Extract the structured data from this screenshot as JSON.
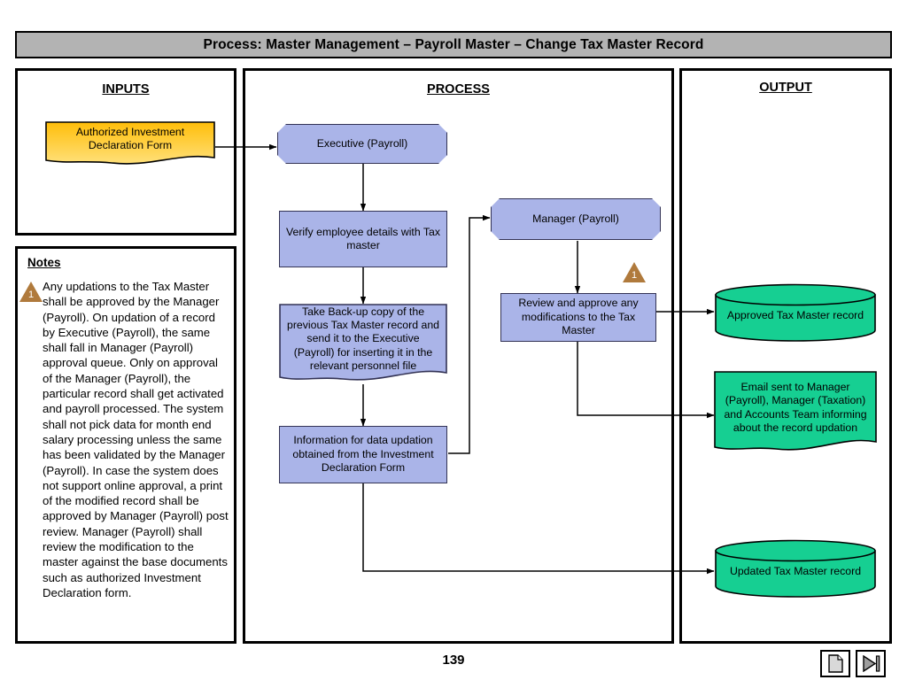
{
  "header": {
    "title": "Process: Master Management – Payroll Master – Change Tax Master Record"
  },
  "columns": {
    "inputs_heading": "INPUTS",
    "process_heading": "PROCESS",
    "output_heading": "OUTPUT"
  },
  "notes": {
    "heading": "Notes",
    "marker_number": "1",
    "text": "Any updations to the Tax Master shall be approved by the Manager (Payroll). On updation of a record by Executive (Payroll), the same shall fall in Manager (Payroll) approval queue. Only on approval of the Manager (Payroll), the particular record shall get activated and payroll processed. The system shall not pick data for month end salary processing unless the same has been validated by the Manager (Payroll). In case the system does not support online approval, a print of the modified record shall be approved by Manager (Payroll) post review. Manager (Payroll) shall review the modification to the master against the base documents such as authorized Investment Declaration form."
  },
  "inputs": {
    "document_1": "Authorized Investment Declaration Form"
  },
  "process": {
    "executive_actor": "Executive (Payroll)",
    "manager_actor": "Manager (Payroll)",
    "step_verify": "Verify employee details with Tax master",
    "step_backup": "Take Back-up copy of the previous Tax Master record and send it to the Executive (Payroll) for inserting it in the relevant personnel file",
    "step_information": "Information for data updation obtained from the Investment Declaration Form",
    "step_review": "Review and approve any modifications to the Tax Master",
    "review_marker_number": "1"
  },
  "output": {
    "approved_record": "Approved Tax Master record",
    "email_notice": "Email sent to Manager (Payroll), Manager (Taxation) and Accounts Team informing about the record updation",
    "updated_record": "Updated Tax Master record"
  },
  "footer": {
    "page_number": "139",
    "page_icon_name": "page-icon",
    "next_icon_name": "skip-to-end-icon"
  },
  "colors": {
    "header_bar": "#b3b3b3",
    "input_document": "#ffc926",
    "process_node": "#aab4e8",
    "output_node": "#16cf92",
    "note_marker": "#b07a3c",
    "border": "#000000"
  }
}
